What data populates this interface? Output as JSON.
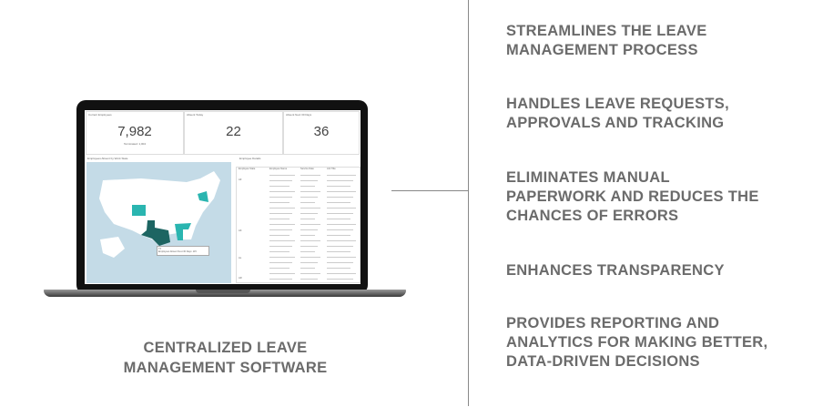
{
  "dashboard": {
    "kpis": [
      {
        "title": "Current Employees",
        "value": "7,982",
        "sub": "Terminated: 1,004"
      },
      {
        "title": "Absent Today",
        "value": "22",
        "sub": ""
      },
      {
        "title": "Absent Next 30 Days",
        "value": "36",
        "sub": ""
      }
    ],
    "map_title": "Employees Absent by Work State",
    "tooltip": {
      "state": "TX",
      "text": "Employees Absent Next 30 Days: 115"
    },
    "table_title": "Employee Details",
    "columns": [
      "Employee State",
      "Employee Name",
      "Service Date",
      "Job Title"
    ],
    "groups": [
      "AZ",
      "AK",
      "AL",
      "AR"
    ],
    "colors": {
      "highlight": "#2ab5b0",
      "dark": "#1d6562",
      "water": "#c4dbe7"
    }
  },
  "caption": "CENTRALIZED LEAVE MANAGEMENT SOFTWARE",
  "benefits": [
    "STREAMLINES THE LEAVE MANAGEMENT PROCESS",
    "HANDLES LEAVE REQUESTS, APPROVALS AND TRACKING",
    "ELIMINATES MANUAL PAPERWORK AND REDUCES THE CHANCES OF ERRORS",
    "ENHANCES TRANSPARENCY",
    "PROVIDES REPORTING AND ANALYTICS FOR MAKING BETTER, DATA-DRIVEN DECISIONS"
  ]
}
